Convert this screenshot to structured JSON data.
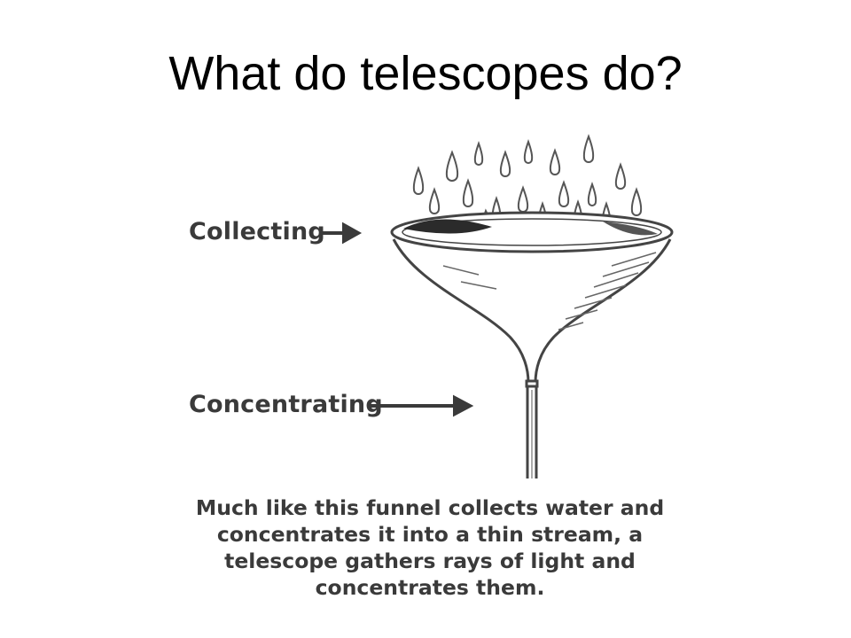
{
  "slide": {
    "title": "What do telescopes do?"
  },
  "diagram": {
    "labels": {
      "collecting": "Collecting",
      "concentrating": "Concentrating"
    },
    "caption_lines": [
      "Much like this funnel collects water and",
      "concentrates it into a thin stream, a",
      "telescope gathers rays of light and",
      "concentrates them."
    ],
    "ink_color": "#3a3a3a"
  }
}
